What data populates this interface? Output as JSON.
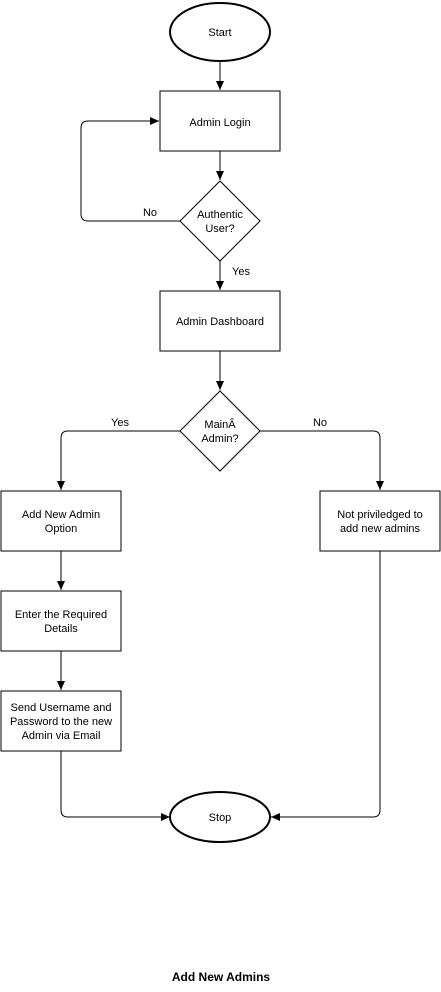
{
  "nodes": {
    "start": "Start",
    "admin_login": "Admin Login",
    "authentic_user": [
      "Authentic",
      "User?"
    ],
    "admin_dashboard": "Admin Dashboard",
    "main_admin": [
      "MainÂ",
      "Admin?"
    ],
    "add_new_admin_option": [
      "Add New Admin",
      "Option"
    ],
    "enter_required_details": [
      "Enter the Required",
      "Details"
    ],
    "send_credentials": [
      "Send Username and",
      "Password to the new",
      "Admin via Email"
    ],
    "not_privileged": [
      "Not priviledged to",
      "add new admins"
    ],
    "stop": "Stop"
  },
  "edge_labels": {
    "auth_no": "No",
    "auth_yes": "Yes",
    "main_yes": "Yes",
    "main_no": "No"
  },
  "caption": "Add New Admins"
}
